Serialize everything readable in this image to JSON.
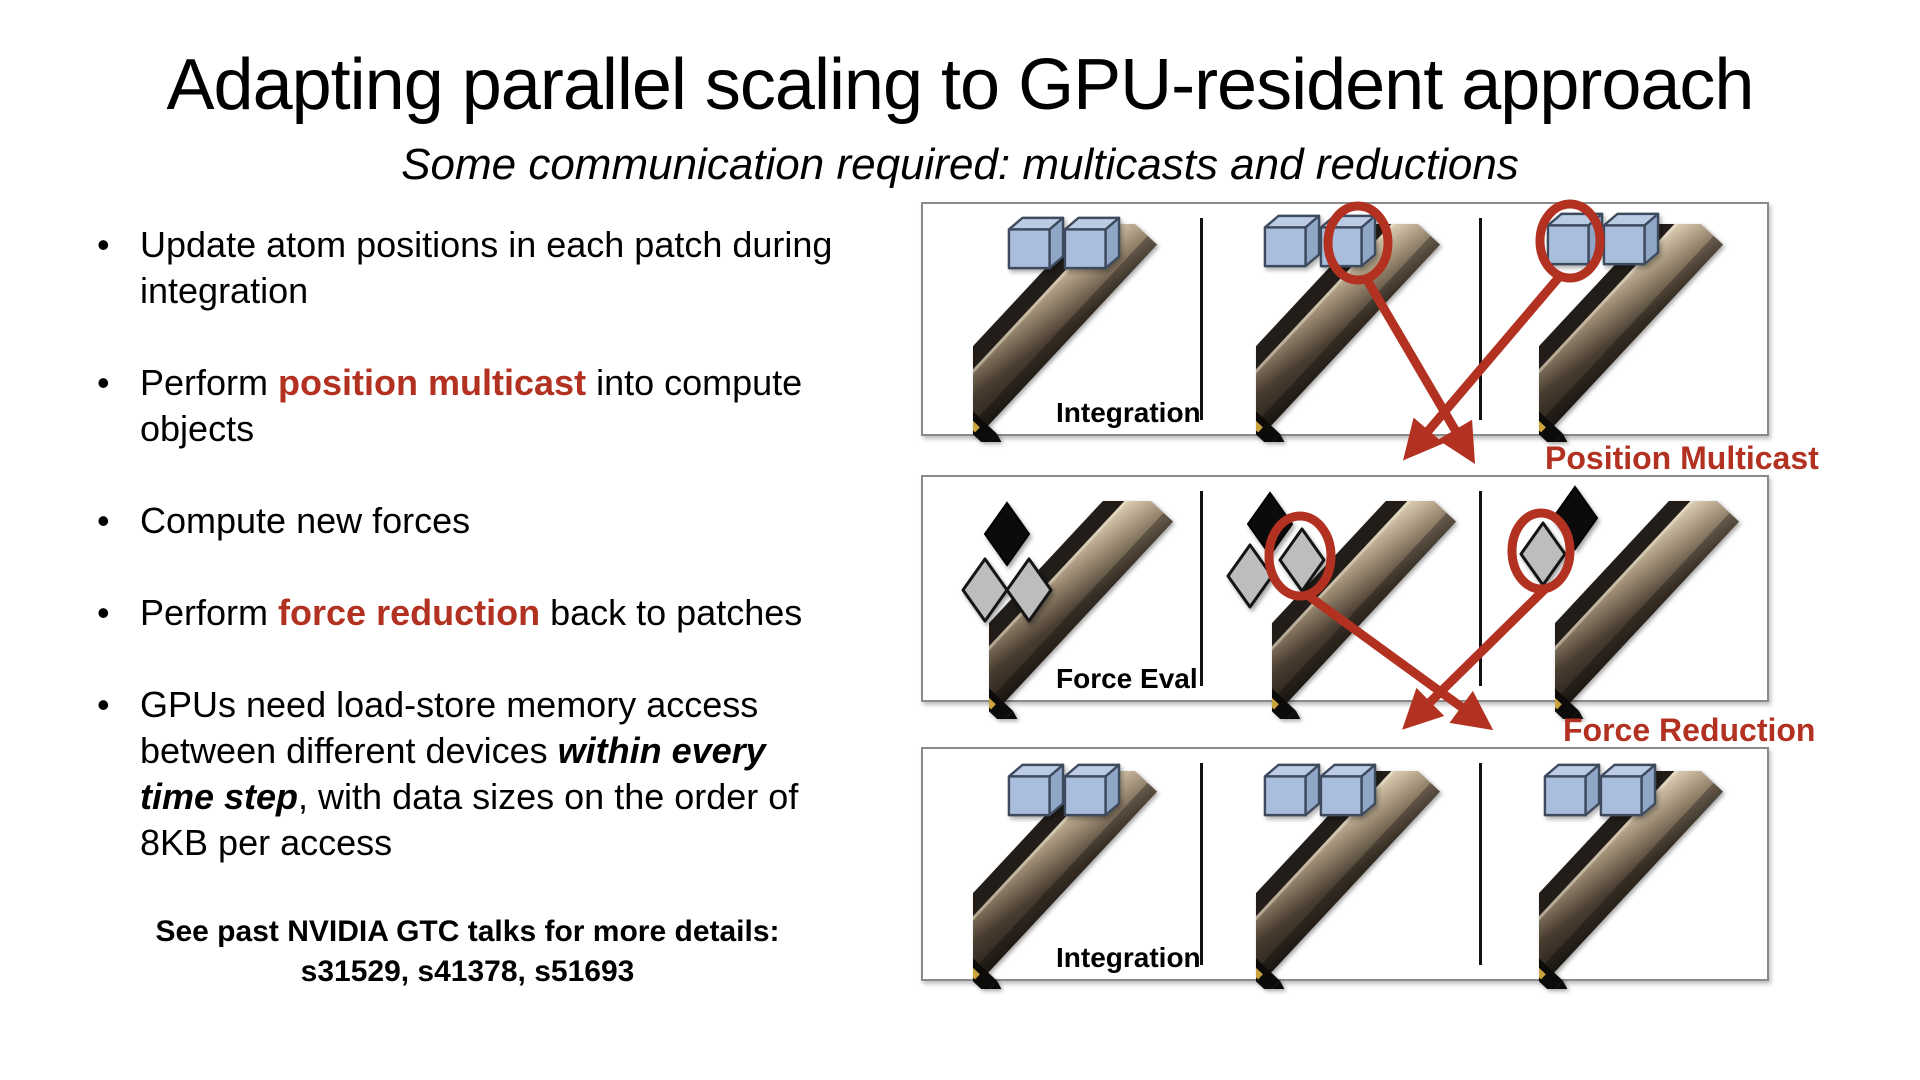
{
  "title": "Adapting parallel scaling to GPU-resident approach",
  "subtitle": "Some communication required: multicasts and reductions",
  "bullets": [
    [
      {
        "t": "Update atom positions in each patch during integration"
      }
    ],
    [
      {
        "t": "Perform "
      },
      {
        "t": "position multicast",
        "s": "red"
      },
      {
        "t": " into compute objects"
      }
    ],
    [
      {
        "t": "Compute new forces"
      }
    ],
    [
      {
        "t": "Perform "
      },
      {
        "t": "force reduction",
        "s": "red"
      },
      {
        "t": " back to patches"
      }
    ],
    [
      {
        "t": "GPUs need load-store memory access between different devices "
      },
      {
        "t": "within every time step",
        "s": "bi"
      },
      {
        "t": ", with data sizes on the order of 8KB per access"
      }
    ]
  ],
  "footnote": {
    "line1": "See past NVIDIA GTC talks for more details:",
    "line2": "s31529, s41378, s51693"
  },
  "diagram": {
    "panel_labels": [
      "Integration",
      "Force Eval",
      "Integration"
    ],
    "arrow_labels": {
      "position_multicast": "Position Multicast",
      "force_reduction": "Force Reduction"
    },
    "icons": {
      "gpu": "gpu-card-icon",
      "patch": "cube-icon",
      "compute_object": "diamond-icon",
      "highlight": "multicast-ring-icon"
    },
    "colors": {
      "accent_red": "#B23120",
      "cube_front": "#A9BEDC",
      "cube_top": "#BCCBE4",
      "cube_side": "#8FA6C6",
      "diamond_gray": "#BDBDBD",
      "diamond_black": "#0B0B0B",
      "gpu_light": "#E6D9BF",
      "gpu_dark": "#241D17",
      "panel_border": "#8A8A8A"
    }
  }
}
